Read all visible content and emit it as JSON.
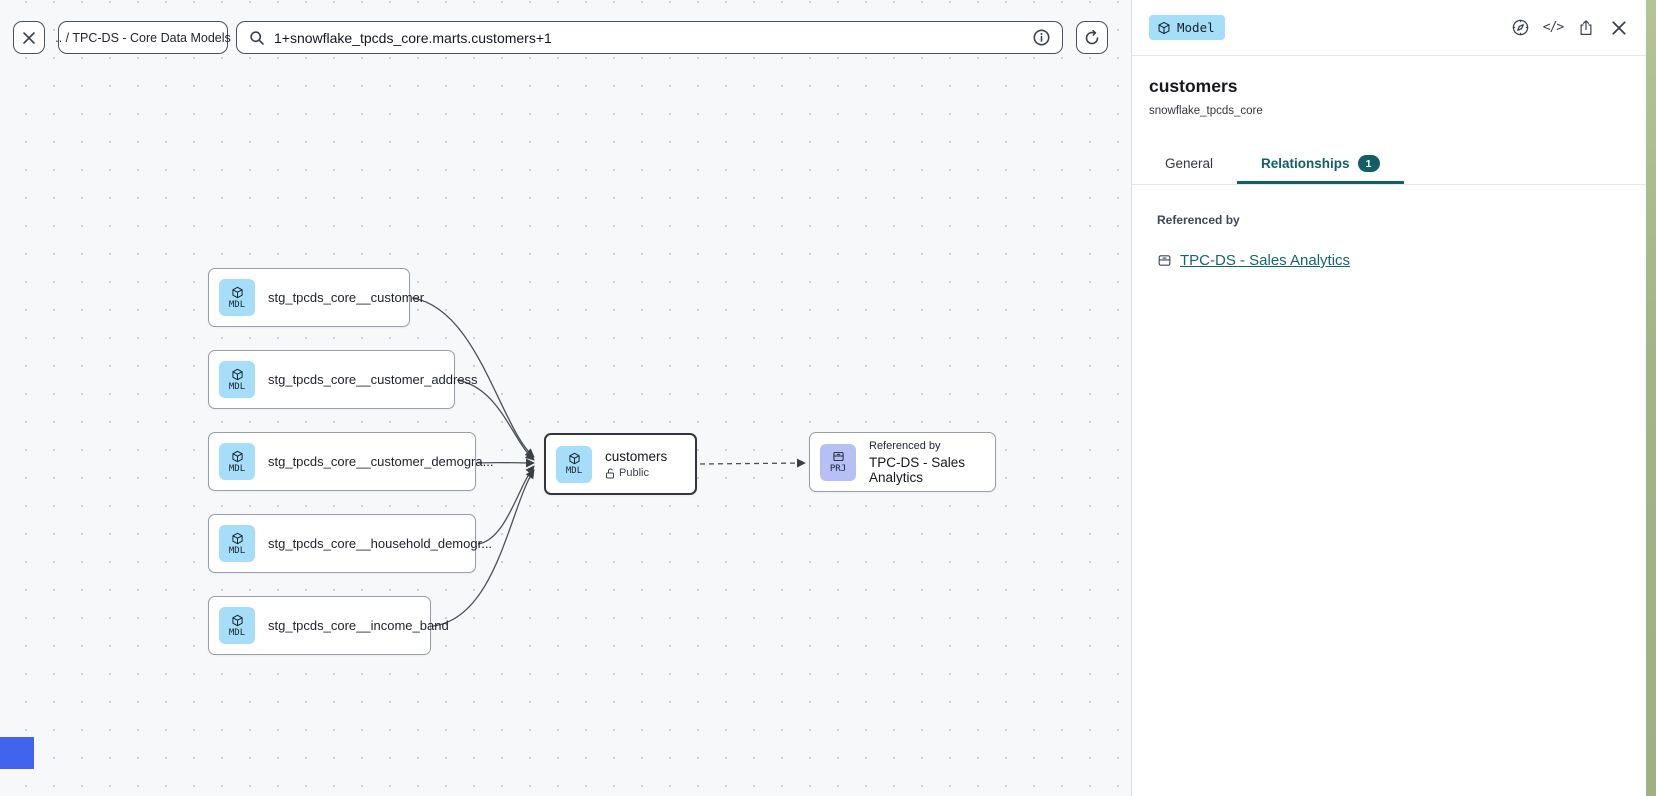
{
  "toolbar": {
    "breadcrumb": ".. / TPC-DS - Core Data Models",
    "search_value": "1+snowflake_tpcds_core.marts.customers+1"
  },
  "graph": {
    "nodes": [
      {
        "type": "MDL",
        "label": "stg_tpcds_core__customer"
      },
      {
        "type": "MDL",
        "label": "stg_tpcds_core__customer_address"
      },
      {
        "type": "MDL",
        "label": "stg_tpcds_core__customer_demogra..."
      },
      {
        "type": "MDL",
        "label": "stg_tpcds_core__household_demogr..."
      },
      {
        "type": "MDL",
        "label": "stg_tpcds_core__income_band"
      },
      {
        "type": "MDL",
        "label": "customers",
        "access": "Public"
      },
      {
        "type": "PRJ",
        "eyebrow": "Referenced by",
        "label": "TPC-DS - Sales Analytics"
      }
    ]
  },
  "panel": {
    "badge": "Model",
    "title": "customers",
    "subtitle": "snowflake_tpcds_core",
    "tabs": [
      {
        "label": "General"
      },
      {
        "label": "Relationships",
        "count": "1"
      }
    ],
    "referenced_by": {
      "heading": "Referenced by",
      "link": "TPC-DS - Sales Analytics"
    }
  },
  "colors": {
    "accent_teal": "#135f66",
    "model_blue": "#a6ddf8",
    "project_purple": "#b7c0f4",
    "badge_blue": "#a5def7",
    "canvas_bg": "#f7f8fa"
  }
}
